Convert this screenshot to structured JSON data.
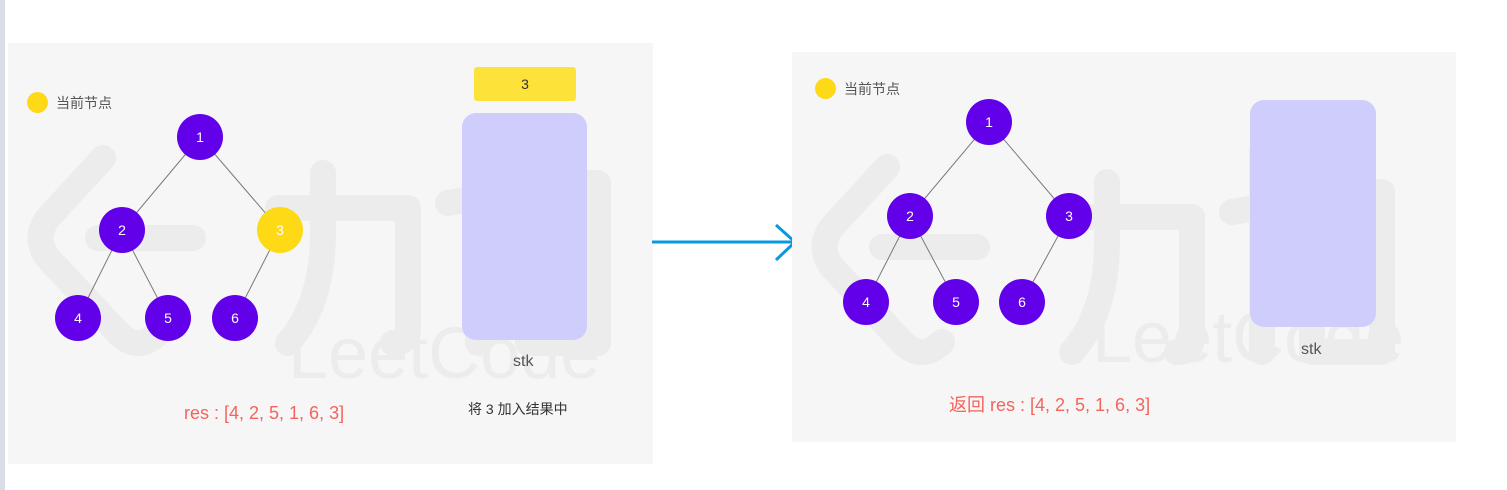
{
  "colors": {
    "node": "#6200ea",
    "current_node": "#fdd916",
    "stack_body": "#cfcdfc",
    "stack_item": "#fde23a",
    "result_text": "#f4645c",
    "arrow": "#0d97e0"
  },
  "watermark": "LeetCode",
  "left": {
    "legend": "当前节点",
    "nodes": [
      {
        "id": "1",
        "label": "1",
        "current": false
      },
      {
        "id": "2",
        "label": "2",
        "current": false
      },
      {
        "id": "3",
        "label": "3",
        "current": true
      },
      {
        "id": "4",
        "label": "4",
        "current": false
      },
      {
        "id": "5",
        "label": "5",
        "current": false
      },
      {
        "id": "6",
        "label": "6",
        "current": false
      }
    ],
    "stack_items": [
      "3"
    ],
    "stack_label": "stk",
    "result": "res : [4, 2, 5, 1, 6, 3]",
    "caption": "将 3 加入结果中"
  },
  "arrow_icon": "right-arrow-icon",
  "right": {
    "legend": "当前节点",
    "nodes": [
      {
        "id": "1",
        "label": "1",
        "current": false
      },
      {
        "id": "2",
        "label": "2",
        "current": false
      },
      {
        "id": "3",
        "label": "3",
        "current": false
      },
      {
        "id": "4",
        "label": "4",
        "current": false
      },
      {
        "id": "5",
        "label": "5",
        "current": false
      },
      {
        "id": "6",
        "label": "6",
        "current": false
      }
    ],
    "stack_items": [],
    "stack_label": "stk",
    "result": "返回 res : [4, 2, 5, 1, 6, 3]"
  }
}
